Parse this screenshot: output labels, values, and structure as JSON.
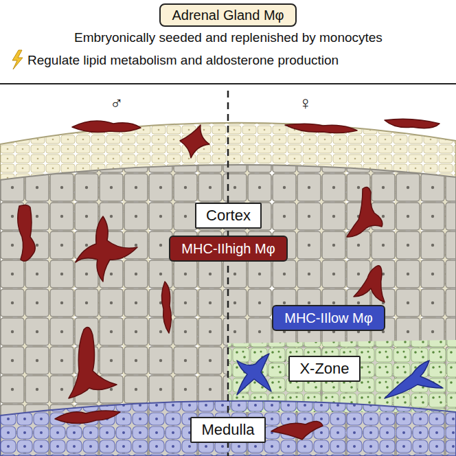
{
  "diagram": {
    "nodes": [
      {
        "text": [
          "Adrenal Gland Mφ"
        ]
      },
      {
        "text": [
          "Cortex"
        ]
      },
      {
        "text": [
          "MHC-IIhigh Mφ"
        ]
      },
      {
        "text": [
          "MHC-IIlow Mφ"
        ]
      },
      {
        "text": [
          "X-Zone"
        ]
      },
      {
        "text": [
          "Medulla"
        ]
      }
    ],
    "labels": [
      "Embryonically seeded and replenished by monocytes",
      "Regulate lipid metabolism and aldosterone production",
      "♂",
      "♀"
    ]
  }
}
